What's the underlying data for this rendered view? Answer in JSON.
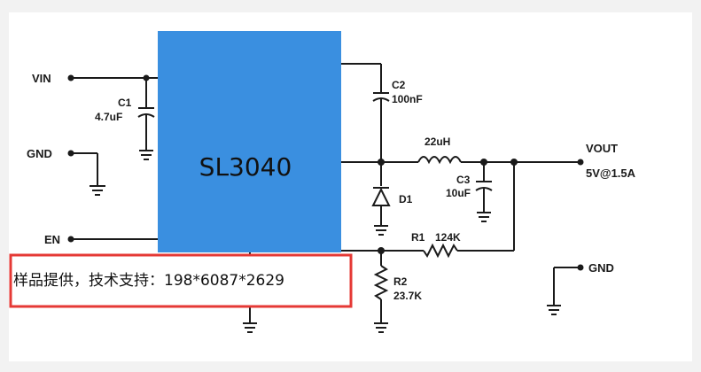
{
  "diagram": {
    "chip": {
      "part_number": "SL3040",
      "color": "#3a8fe0"
    },
    "pins": {
      "vin": "VIN",
      "gnd_left": "GND",
      "en": "EN",
      "vout": "VOUT",
      "vout_rating": "5V@1.5A",
      "gnd_right": "GND"
    },
    "components": {
      "c1": {
        "name": "C1",
        "value": "4.7uF"
      },
      "c2": {
        "name": "C2",
        "value": "100nF"
      },
      "c3": {
        "name": "C3",
        "value": "10uF"
      },
      "inductor": {
        "value": "22uH"
      },
      "d1": {
        "name": "D1"
      },
      "r1": {
        "name": "R1",
        "value": "124K"
      },
      "r2": {
        "name": "R2",
        "value": "23.7K"
      }
    },
    "note": {
      "text": "样品提供，技术支持：198*6087*2629",
      "border_color": "#e53935"
    }
  }
}
